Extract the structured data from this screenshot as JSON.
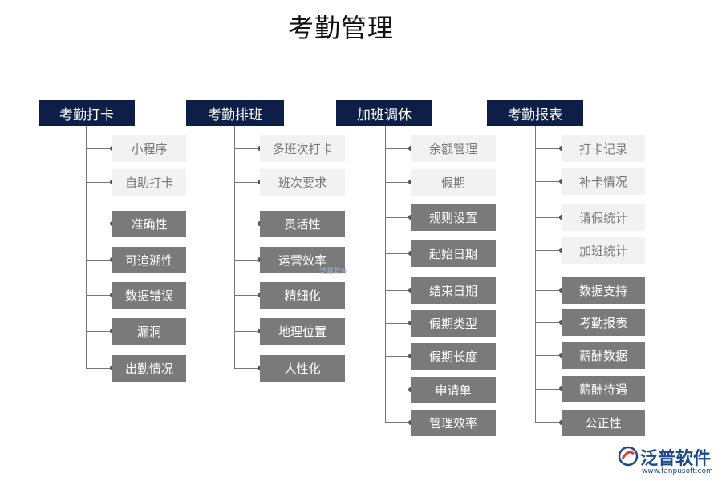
{
  "title": "考勤管理",
  "columns": [
    {
      "header": "考勤打卡",
      "items": [
        {
          "label": "小程序",
          "style": "light"
        },
        {
          "label": "自助打卡",
          "style": "light"
        },
        {
          "label": "准确性",
          "style": "dark"
        },
        {
          "label": "可追溯性",
          "style": "dark"
        },
        {
          "label": "数据错误",
          "style": "dark"
        },
        {
          "label": "漏洞",
          "style": "dark"
        },
        {
          "label": "出勤情况",
          "style": "dark"
        }
      ]
    },
    {
      "header": "考勤排班",
      "items": [
        {
          "label": "多班次打卡",
          "style": "light"
        },
        {
          "label": "班次要求",
          "style": "light"
        },
        {
          "label": "灵活性",
          "style": "dark"
        },
        {
          "label": "运营效率",
          "style": "dark"
        },
        {
          "label": "精细化",
          "style": "dark"
        },
        {
          "label": "地理位置",
          "style": "dark"
        },
        {
          "label": "人性化",
          "style": "dark"
        }
      ]
    },
    {
      "header": "加班调休",
      "items": [
        {
          "label": "余额管理",
          "style": "light"
        },
        {
          "label": "假期",
          "style": "light"
        },
        {
          "label": "规则设置",
          "style": "dark"
        },
        {
          "label": "起始日期",
          "style": "dark"
        },
        {
          "label": "结束日期",
          "style": "dark"
        },
        {
          "label": "假期类型",
          "style": "dark"
        },
        {
          "label": "假期长度",
          "style": "dark"
        },
        {
          "label": "申请单",
          "style": "dark"
        },
        {
          "label": "管理效率",
          "style": "dark"
        }
      ]
    },
    {
      "header": "考勤报表",
      "items": [
        {
          "label": "打卡记录",
          "style": "light"
        },
        {
          "label": "补卡情况",
          "style": "light"
        },
        {
          "label": "请假统计",
          "style": "light"
        },
        {
          "label": "加班统计",
          "style": "light"
        },
        {
          "label": "数据支持",
          "style": "dark"
        },
        {
          "label": "考勤报表",
          "style": "dark"
        },
        {
          "label": "薪酬数据",
          "style": "dark"
        },
        {
          "label": "薪酬待遇",
          "style": "dark"
        },
        {
          "label": "公正性",
          "style": "dark"
        }
      ]
    }
  ],
  "watermark": "泛普软件",
  "logo": {
    "name": "泛普软件",
    "url": "www.fanpusoft.com"
  },
  "colors": {
    "header_bg": "#0d1f47",
    "dark_box": "#7a7a7a",
    "light_box": "#f2f2f2"
  }
}
